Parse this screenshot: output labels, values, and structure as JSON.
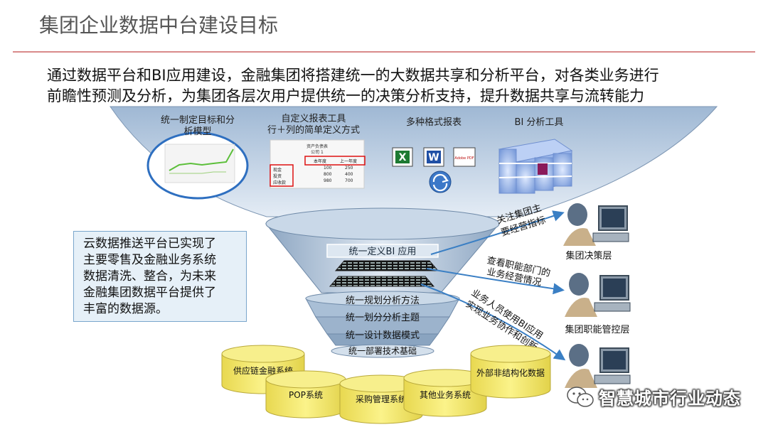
{
  "title": "集团企业数据中台建设目标",
  "intro": {
    "line1": "通过数据平台和BI应用建设，金融集团将搭建统一的大数据共享和分析平台，对各类业务进行",
    "line2": "前瞻性预测及分析，为集团各层次用户提供统一的决策分析支持，提升数据共享与流转能力"
  },
  "tools": {
    "t1_line1": "统一制定目标和分",
    "t1_line2": "析模型",
    "t2_line1": "自定义报表工具",
    "t2_line2": "行＋列的简单定义方式",
    "t3": "多种格式报表",
    "t4": "BI 分析工具"
  },
  "mini_report": {
    "title": "资产负债表",
    "company": "公司 1",
    "col1": "本年度",
    "col2": "上一年度",
    "row_labels": [
      "现金",
      "投资",
      "应收款"
    ],
    "values": [
      [
        "100",
        "250"
      ],
      [
        "800",
        "400"
      ],
      [
        "980",
        "700"
      ]
    ]
  },
  "format_icons": {
    "excel": "X",
    "word": "W",
    "pdf": "Adobe PDF"
  },
  "funnel_layers": {
    "bi_app": "统一定义BI 应用",
    "l1": "统一规划分析方法",
    "l2": "统一划分分析主题",
    "l3": "统一设计数据模式",
    "l4": "统一部署技术基础"
  },
  "arrow_labels": {
    "a1_line1": "关注集团主",
    "a1_line2": "要经营指标",
    "a2_line1": "查看职能部门的",
    "a2_line2": "业务经营情况",
    "a3_line1": "业务人员使用BI应用",
    "a3_line2": "实现业务协作和创新"
  },
  "users": {
    "u1": "集团决策层",
    "u2": "集团职能管控层"
  },
  "note": {
    "line1": "云数据推送平台已实现了",
    "line2": "主要零售及金融业务系统",
    "line3": "数据清洗、整合，为未来",
    "line4": "金融集团数据平台提供了",
    "line5": "丰富的数据源。"
  },
  "databases": {
    "d1": "供应链金融系统",
    "d2": "POP系统",
    "d3": "采购管理系统",
    "d4": "其他业务系统",
    "d5": "外部非结构化数据"
  },
  "watermark": "智慧城市行业动态",
  "colors": {
    "funnel_blue": "#b8cde3",
    "funnel_dark": "#6f8aa8",
    "db_yellow": "#f5e96a",
    "accent_red": "#d98a8a"
  }
}
